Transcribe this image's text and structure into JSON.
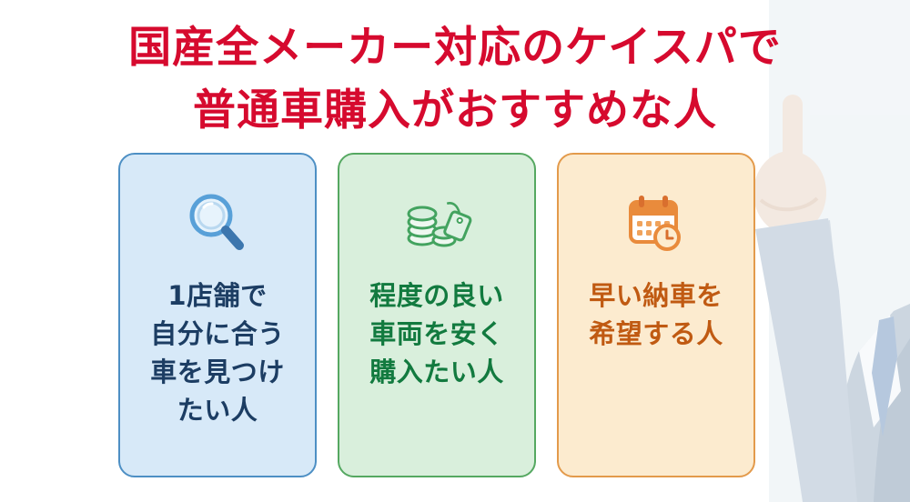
{
  "title": {
    "line1": "国産全メーカー対応のケイスパで",
    "line2": "普通車購入がおすすめな人",
    "color": "#d60a2e"
  },
  "cards": [
    {
      "id": "find-car-one-shop",
      "icon": "magnifier-icon",
      "text": "1店舗で\n自分に合う\n車を見つけ\nたい人",
      "bg": "#d7e9f8",
      "border": "#4d8fc4",
      "text_color": "#1c3d63"
    },
    {
      "id": "good-condition-cheap",
      "icon": "coins-price-tag-icon",
      "text": "程度の良い\n車両を安く\n購入たい人",
      "bg": "#d9efdc",
      "border": "#55a861",
      "text_color": "#127a3f"
    },
    {
      "id": "fast-delivery",
      "icon": "calendar-clock-icon",
      "text": "早い納車を\n希望する人",
      "bg": "#fcebcf",
      "border": "#e39a4b",
      "text_color": "#c05a12"
    }
  ]
}
